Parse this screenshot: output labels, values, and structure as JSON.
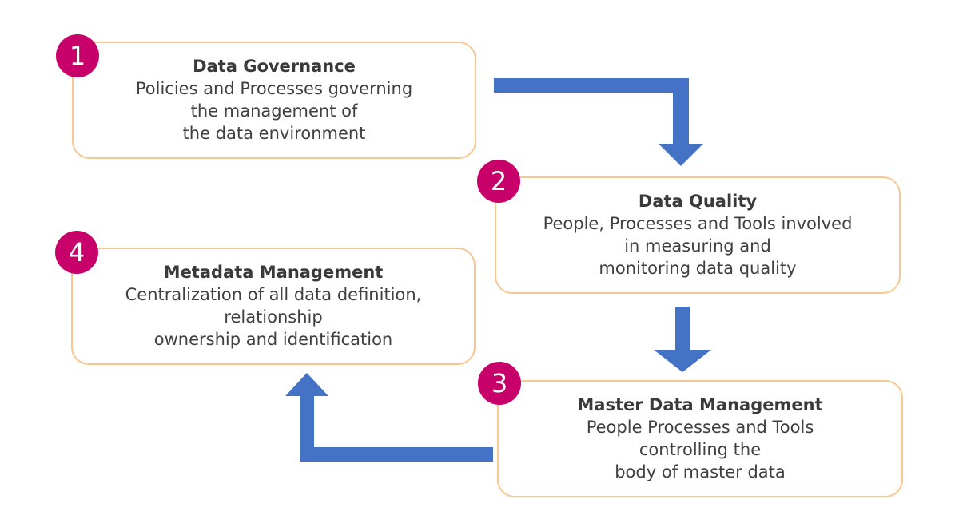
{
  "colors": {
    "box_border": "#f6c890",
    "badge_fill": "#c8006a",
    "arrow_fill": "#4472c4",
    "text": "#404040"
  },
  "steps": [
    {
      "number": "1",
      "title": "Data Governance",
      "lines": [
        "Policies and Processes governing",
        "the management of",
        "the data environment"
      ]
    },
    {
      "number": "2",
      "title": "Data Quality",
      "lines": [
        "People, Processes and Tools involved",
        "in measuring and",
        "monitoring data quality"
      ]
    },
    {
      "number": "3",
      "title": "Master Data Management",
      "lines": [
        "People Processes and Tools",
        "controlling the",
        "body of master data"
      ]
    },
    {
      "number": "4",
      "title": "Metadata Management",
      "lines": [
        "Centralization of all data definition,",
        "relationship",
        "ownership and identification"
      ]
    }
  ]
}
